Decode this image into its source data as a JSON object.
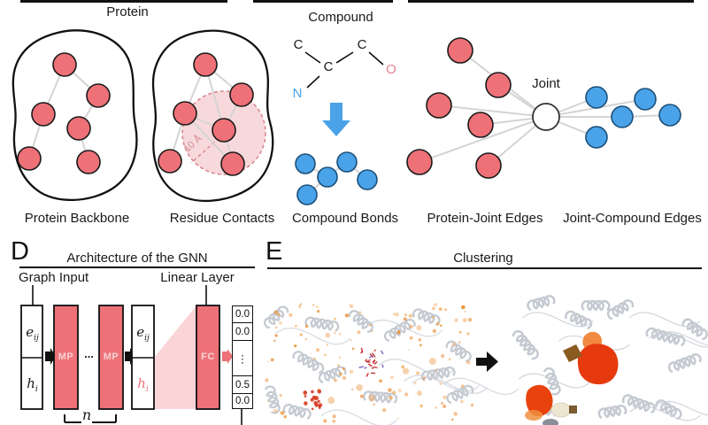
{
  "figure": {
    "panel_protein": {
      "title": "Protein",
      "backbone_caption": "Protein Backbone",
      "contacts_caption": "Residue Contacts",
      "radius_label": "10 Å"
    },
    "panel_compound": {
      "title": "Compound",
      "caption": "Compound Bonds",
      "atoms": {
        "c1": "C",
        "c2": "C",
        "c3": "C",
        "o": "O",
        "n": "N"
      }
    },
    "panel_joint": {
      "joint_label": "Joint",
      "caption_left": "Protein-Joint Edges",
      "caption_right": "Joint-Compound Edges"
    },
    "panel_d": {
      "letter": "D",
      "title": "Architecture of the GNN",
      "graph_input_label": "Graph Input",
      "linear_layer_label": "Linear Layer",
      "mp_label": "MP",
      "ellipsis": "...",
      "fc_label": "FC",
      "n_label": "n",
      "e_base": "e",
      "e_sub": "ij",
      "h_base": "h",
      "h_sub": "i",
      "output_vector": [
        "0.0",
        "0.0",
        "⋮",
        "0.5",
        "0.0"
      ]
    },
    "panel_e": {
      "letter": "E",
      "title": "Clustering"
    }
  },
  "colors": {
    "protein_node": "#ee7178",
    "compound_node": "#4aa3e8",
    "edge_gray": "#d4d4d4",
    "oxygen_red": "#e8828f",
    "nitrogen_blue": "#4aa3e8",
    "mp_fc_red": "#ee7178",
    "cluster_orange": "#f0a052",
    "cluster_red": "#e63a0e",
    "ribbon_gray": "#bfc4cc"
  }
}
